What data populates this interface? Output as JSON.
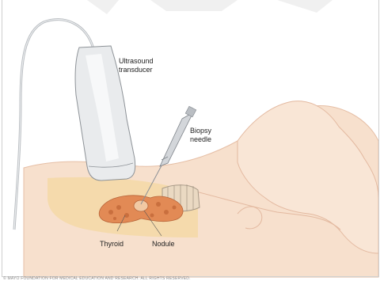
{
  "labels": {
    "transducer": "Ultrasound\ntransducer",
    "needle": "Biopsy\nneedle",
    "thyroid": "Thyroid",
    "nodule": "Nodule"
  },
  "copyright": "© MAYO FOUNDATION FOR MEDICAL EDUCATION AND RESEARCH. ALL RIGHTS RESERVED.",
  "colors": {
    "skin": "#f6dcc6",
    "skin_outline": "#e3b9a0",
    "thyroid": "#e28a55",
    "transducer": "#e6e8ea",
    "needle": "#c9ccd0"
  }
}
